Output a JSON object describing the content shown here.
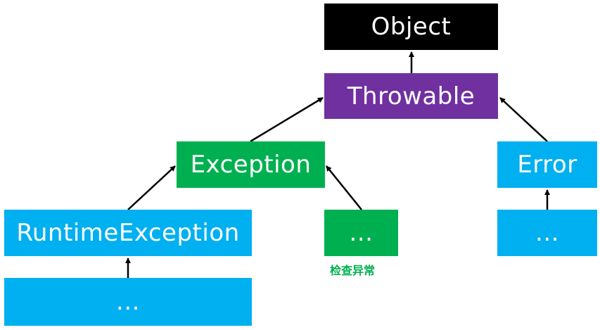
{
  "nodes": {
    "object": "Object",
    "throwable": "Throwable",
    "exception": "Exception",
    "error": "Error",
    "runtime_exception": "RuntimeException",
    "exception_more": "...",
    "error_more": "...",
    "runtime_more": "..."
  },
  "annotations": {
    "checked_exception": "检查异常"
  },
  "colors": {
    "object": "#000000",
    "throwable": "#7030a0",
    "exception": "#00b050",
    "error": "#00b0f0",
    "runtime_exception": "#00b0f0",
    "checked_label": "#00b050",
    "arrow": "#000000"
  }
}
